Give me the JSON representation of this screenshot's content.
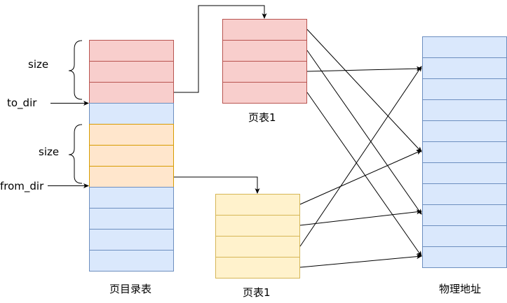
{
  "labels": {
    "size_top": "size",
    "to_dir": "to_dir",
    "size_bottom": "size",
    "from_dir": "from_dir",
    "page_table_top": "页表1",
    "page_table_bottom": "页表1",
    "page_directory": "页目录表",
    "physical_address": "物理地址"
  },
  "colors": {
    "red_fill": "#f8cecc",
    "red_stroke": "#b85450",
    "orange_fill": "#ffe6cc",
    "orange_stroke": "#d79b00",
    "blue_fill": "#dae8fc",
    "blue_stroke": "#6c8ebf",
    "yellow_fill": "#fff2cc",
    "yellow_stroke": "#d6b656"
  },
  "structure": {
    "directory_cells": [
      "red",
      "red",
      "red",
      "blue",
      "orange",
      "orange",
      "orange",
      "blue",
      "blue",
      "blue",
      "blue"
    ],
    "page_table_top_cells": 4,
    "page_table_bottom_cells": 4,
    "physical_cells": 11
  }
}
